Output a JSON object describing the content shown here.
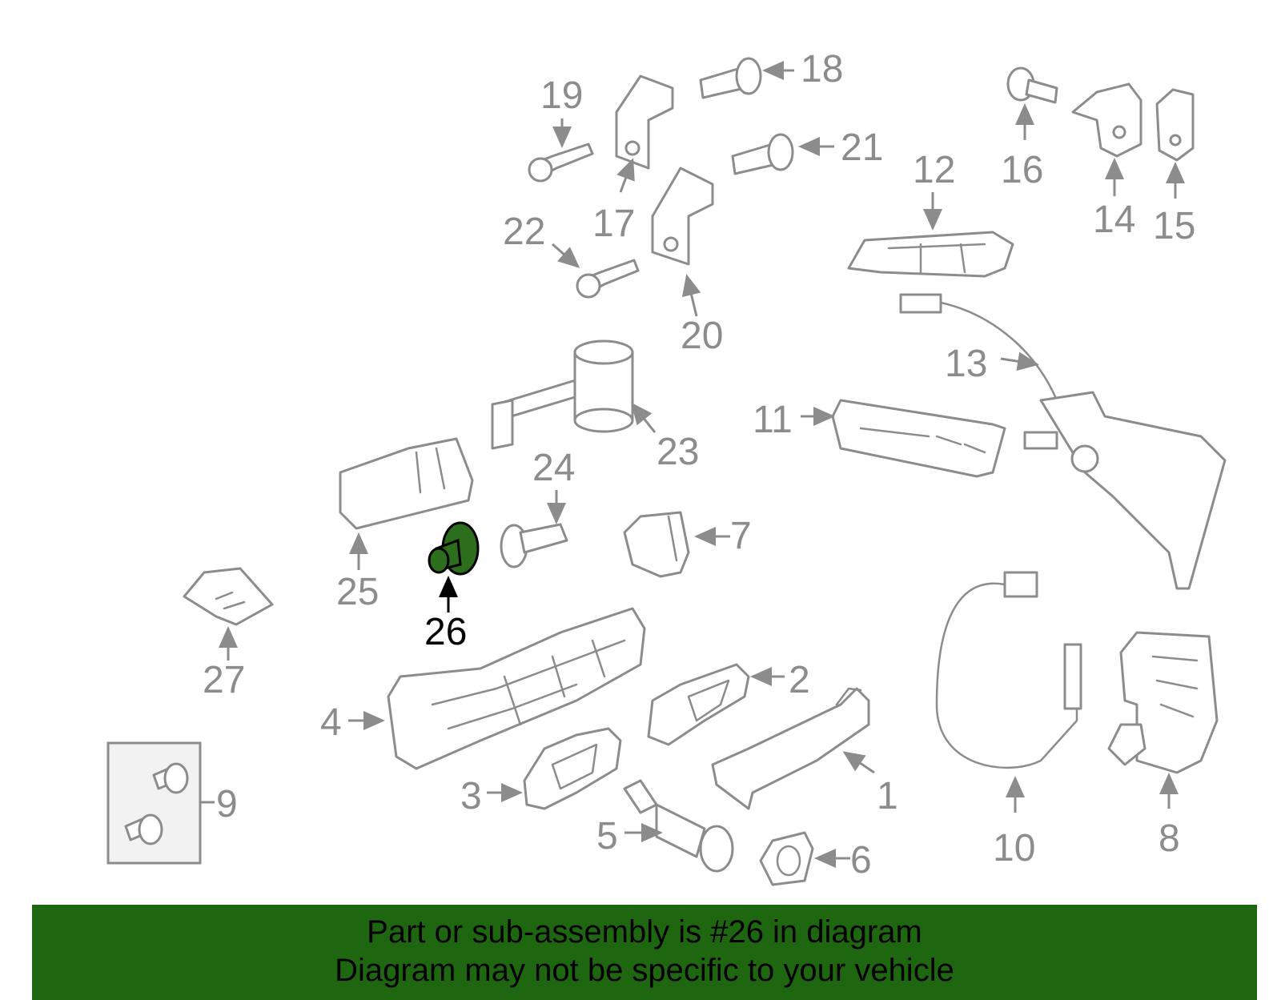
{
  "diagram": {
    "highlight_color": "#2c6e1c",
    "callouts": [
      "1",
      "2",
      "3",
      "4",
      "5",
      "6",
      "7",
      "8",
      "9",
      "10",
      "11",
      "12",
      "13",
      "14",
      "15",
      "16",
      "17",
      "18",
      "19",
      "20",
      "21",
      "22",
      "23",
      "24",
      "25",
      "26",
      "27"
    ],
    "highlighted_callout": "26"
  },
  "banner": {
    "line1": "Part or sub-assembly is #26 in diagram",
    "line2": "Diagram may not be specific to your vehicle",
    "background": "#1f6611"
  }
}
